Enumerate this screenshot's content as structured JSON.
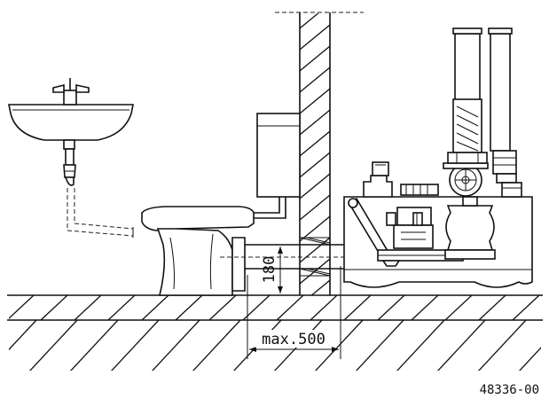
{
  "dimensions": {
    "height_label": "180",
    "width_label": "max.500"
  },
  "reference_code": "48336-00"
}
